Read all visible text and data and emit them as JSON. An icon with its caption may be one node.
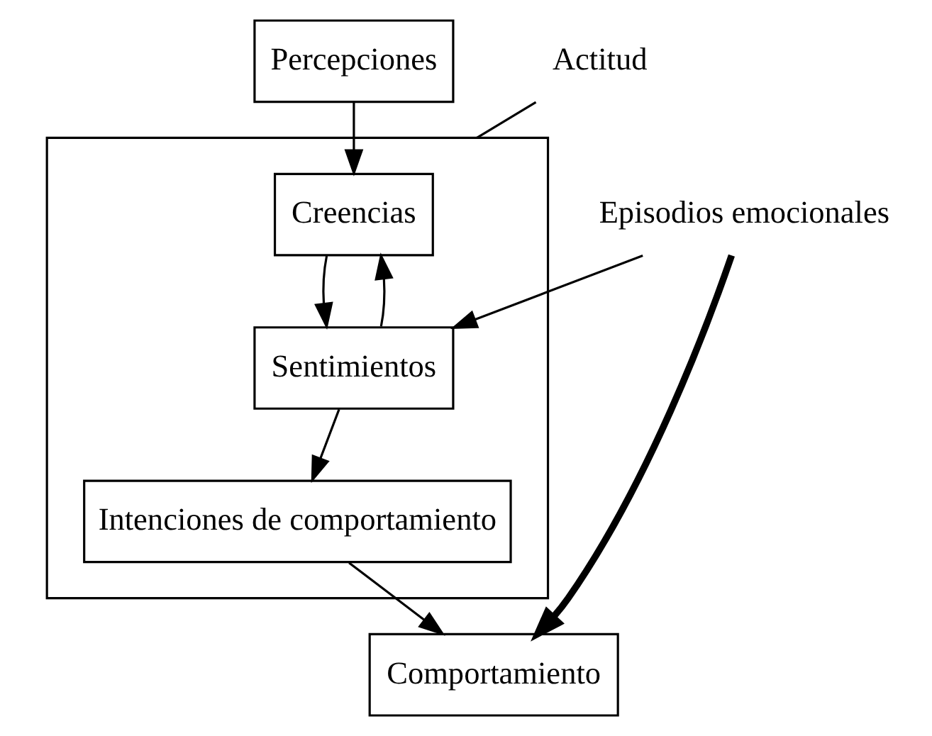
{
  "diagram": {
    "nodes": [
      {
        "text": [
          "Percepciones"
        ]
      },
      {
        "text": [],
        "shape": "box"
      },
      {
        "text": [
          "Creencias"
        ],
        "in": 1
      },
      {
        "text": [
          "Sentimientos"
        ],
        "in": 1
      },
      {
        "text": [
          "Intenciones de comportamiento"
        ],
        "in": 1
      },
      {
        "text": [
          "Comportamiento"
        ]
      },
      {
        "text": [
          "Episodios emocionales"
        ]
      }
    ],
    "edges": [
      {
        "from": 0,
        "to": 2,
        "arrow": "to"
      },
      {
        "from": 2,
        "to": 3,
        "arrow": "to"
      },
      {
        "from": 3,
        "to": 2,
        "arrow": "to"
      },
      {
        "from": 3,
        "to": 4,
        "arrow": "to"
      },
      {
        "from": 6,
        "to": 3,
        "arrow": "to"
      },
      {
        "from": 4,
        "to": 5,
        "arrow": "to"
      },
      {
        "from": 6,
        "to": 5,
        "arrow": "to",
        "style": "thick"
      }
    ],
    "labels": [
      "Actitud"
    ]
  }
}
